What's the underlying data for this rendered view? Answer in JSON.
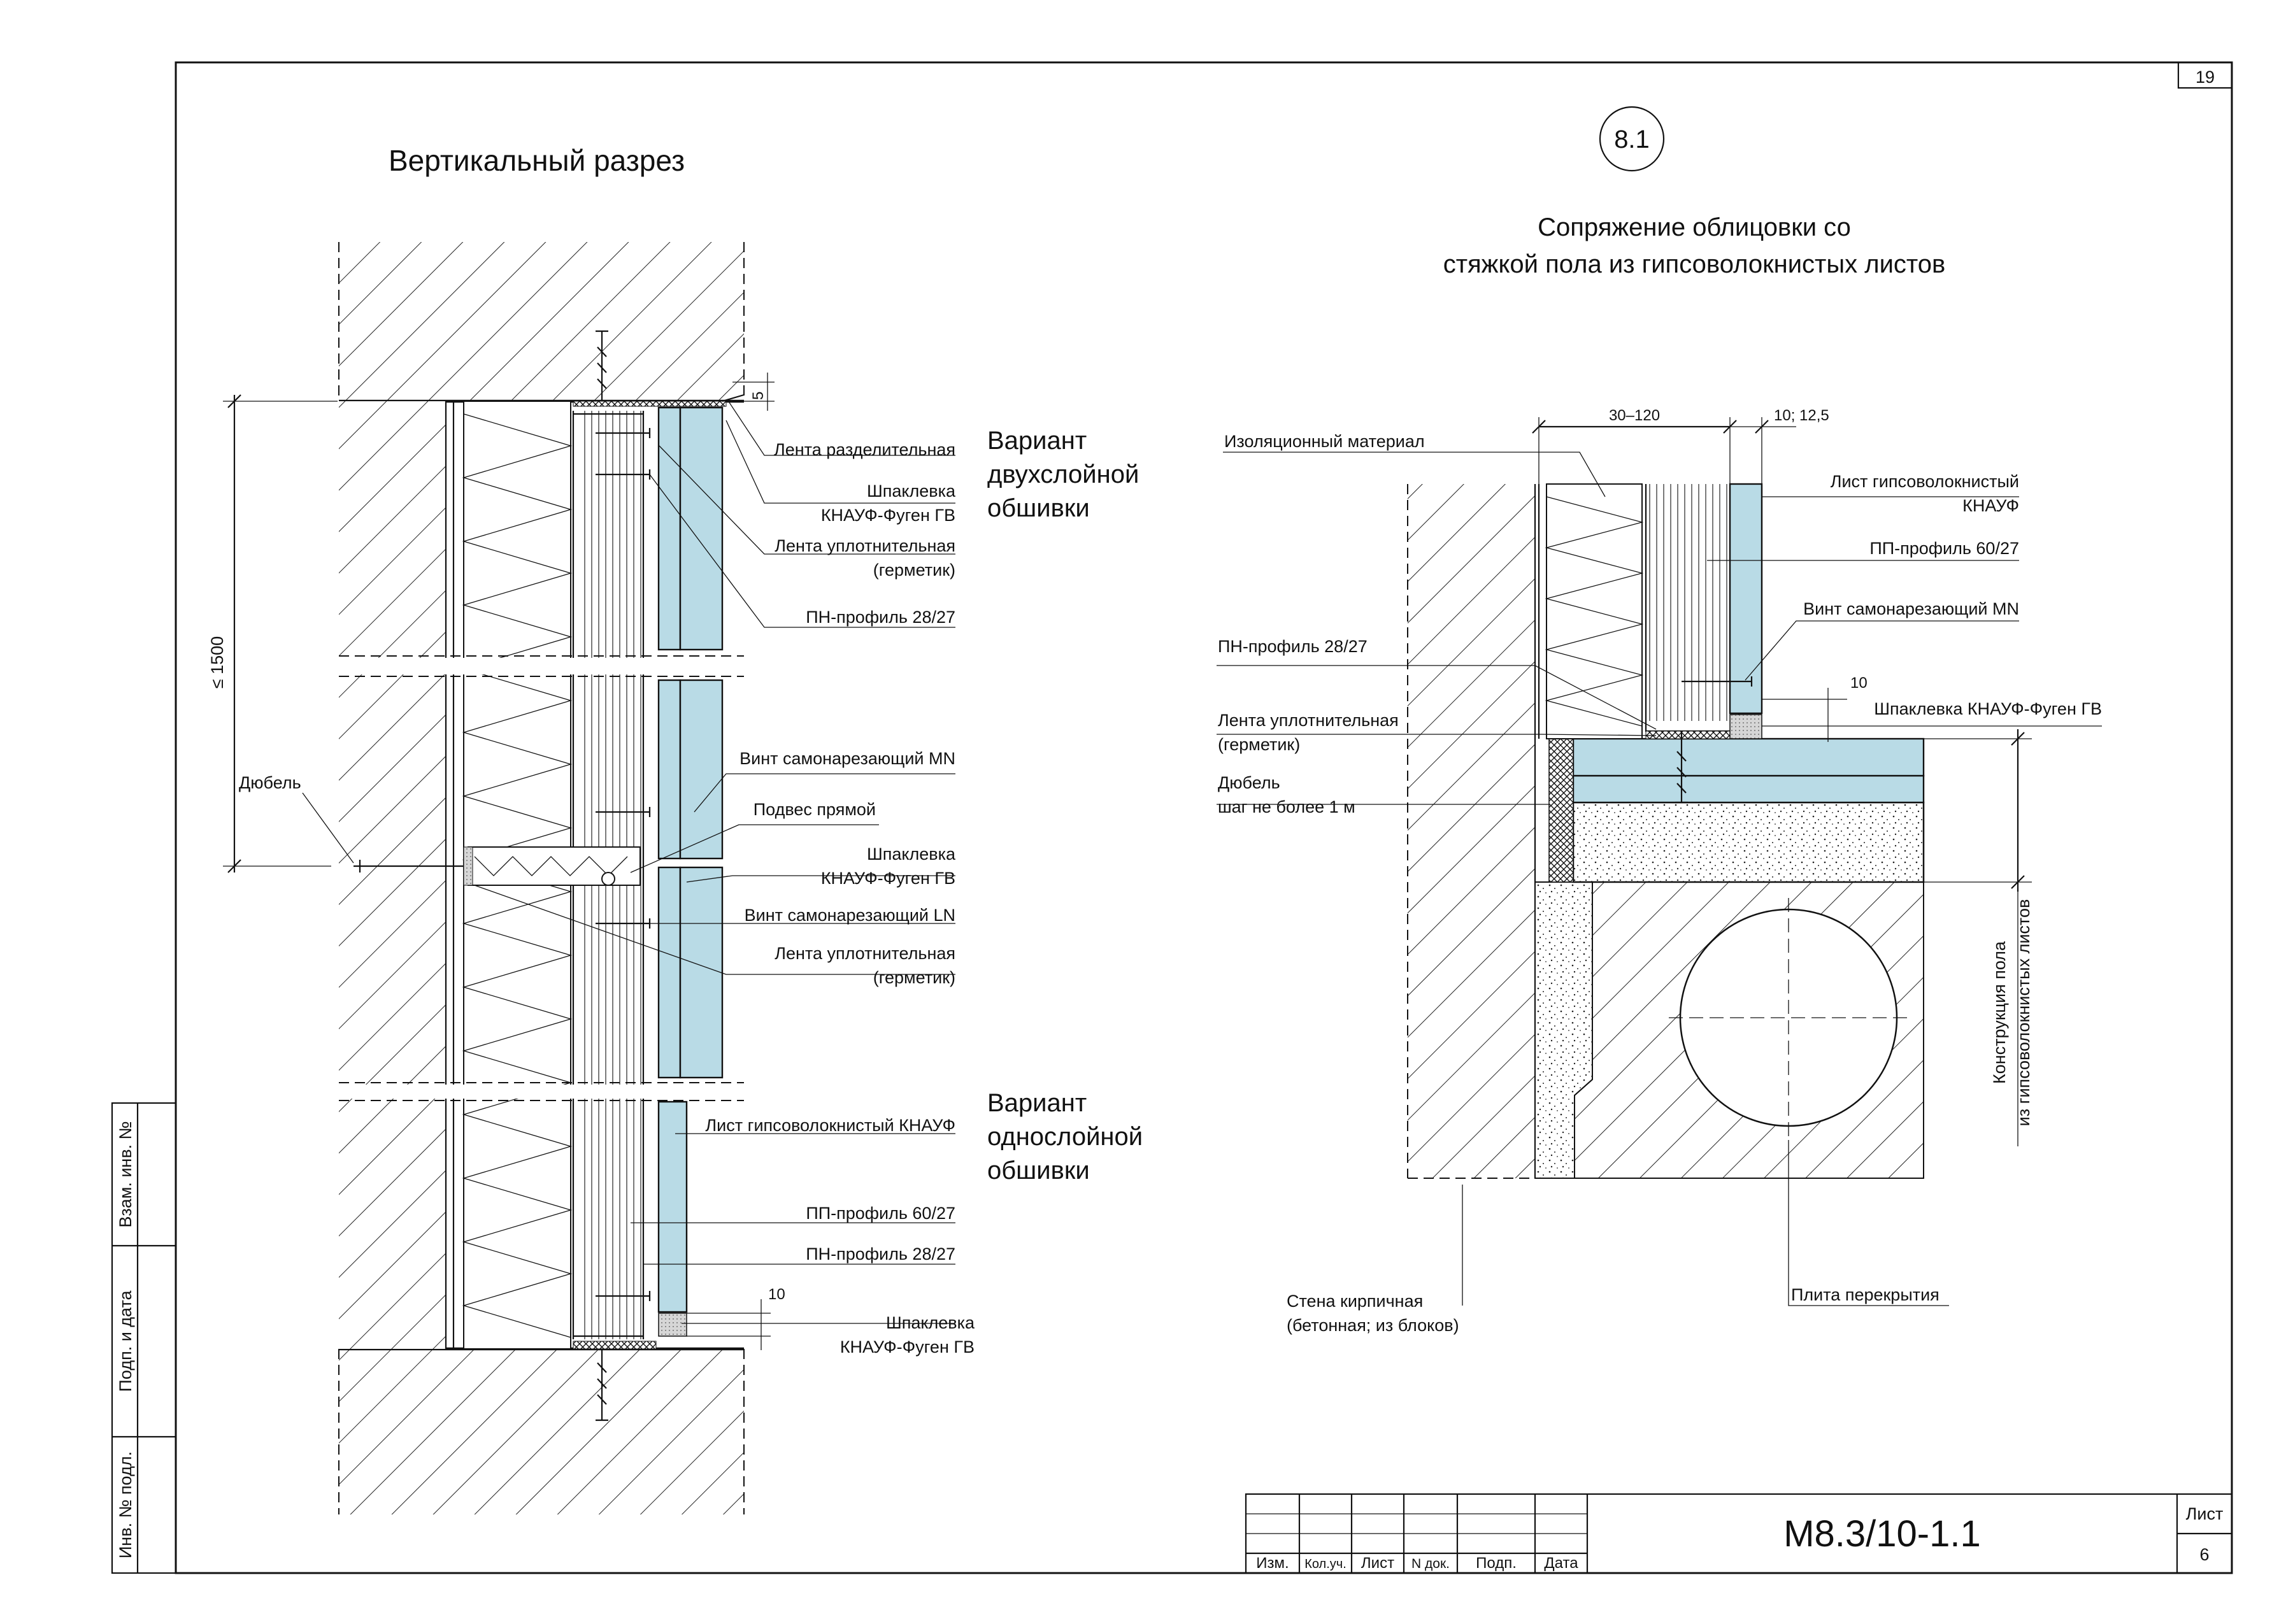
{
  "sheet": {
    "corner_number": "19",
    "document_code": "М8.3/10-1.1",
    "sheet_label": "Лист",
    "sheet_number": "6",
    "stamp_columns": [
      "Изм.",
      "Кол.уч.",
      "Лист",
      "N док.",
      "Подп.",
      "Дата"
    ],
    "side_labels": [
      "Взам. инв. №",
      "Подп. и дата",
      "Инв. № подл."
    ]
  },
  "left": {
    "title": "Вертикальный разрез",
    "variant_two": [
      "Вариант",
      "двухслойной",
      "обшивки"
    ],
    "variant_one": [
      "Вариант",
      "однослойной",
      "обшивки"
    ],
    "dim_le1500": "≤ 1500",
    "dim_5": "5",
    "dim_10": "10",
    "labels": {
      "tape_separating": "Лента разделительная",
      "putty_1a": "Шпаклевка",
      "putty_1b": "КНАУФ-Фуген ГВ",
      "tape_seal_1a": "Лента уплотнительная",
      "tape_seal_1b": "(герметик)",
      "pn_profile_1": "ПН-профиль 28/27",
      "screw_mn": "Винт самонарезающий MN",
      "hanger": "Подвес прямой",
      "putty_2a": "Шпаклевка",
      "putty_2b": "КНАУФ-Фуген ГВ",
      "screw_ln": "Винт самонарезающий LN",
      "tape_seal_2a": "Лента уплотнительная",
      "tape_seal_2b": "(герметик)",
      "dowel": "Дюбель",
      "gvl_sheet": "Лист гипсоволокнистый КНАУФ",
      "pp_profile": "ПП-профиль 60/27",
      "pn_profile_2": "ПН-профиль 28/27",
      "putty_3a": "Шпаклевка",
      "putty_3b": "КНАУФ-Фуген ГВ"
    }
  },
  "right": {
    "detail_number": "8.1",
    "title_line1": "Сопряжение облицовки со",
    "title_line2": "стяжкой пола из гипсоволокнистых листов",
    "dim_30_120": "30–120",
    "dim_10_125": "10; 12,5",
    "dim_10": "10",
    "floor_construction_1": "Конструкция пола",
    "floor_construction_2": "из гипсоволокнистых листов",
    "labels": {
      "insulation": "Изоляционный материал",
      "gvl_sheet_a": "Лист гипсоволокнистый",
      "gvl_sheet_b": "КНАУФ",
      "pp_profile": "ПП-профиль 60/27",
      "screw_mn": "Винт самонарезающий MN",
      "pn_profile": "ПН-профиль 28/27",
      "putty": "Шпаклевка КНАУФ-Фуген ГВ",
      "tape_seal_a": "Лента уплотнительная",
      "tape_seal_b": "(герметик)",
      "dowel_a": "Дюбель",
      "dowel_b": "шаг  не более 1 м",
      "brick_wall_a": "Стена кирпичная",
      "brick_wall_b": "(бетонная; из блоков)",
      "floor_slab": "Плита перекрытия"
    }
  }
}
